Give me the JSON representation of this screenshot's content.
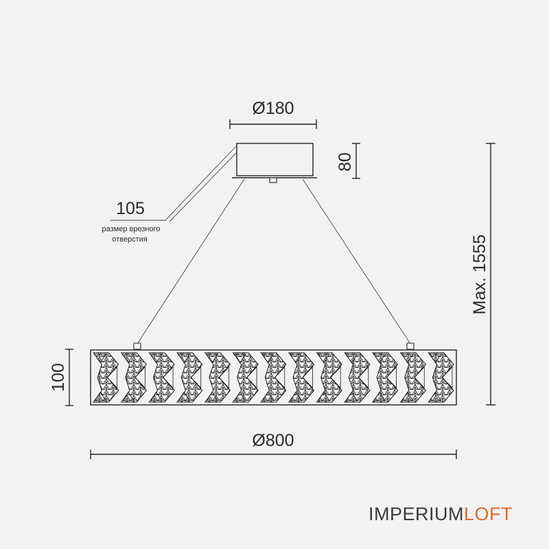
{
  "dimensions": {
    "canopy_diameter": "Ø180",
    "canopy_height": "80",
    "cutout_size": "105",
    "cutout_note_line1": "размер врезного",
    "cutout_note_line2": "отверстия",
    "max_height": "Max. 1555",
    "body_height": "100",
    "body_diameter": "Ø800"
  },
  "brand": {
    "part1": "IMPERIUM",
    "part2": "LOFT",
    "color_main": "#3a3a3a",
    "color_accent": "#e06a2a"
  },
  "pattern": {
    "tiles": 13
  }
}
